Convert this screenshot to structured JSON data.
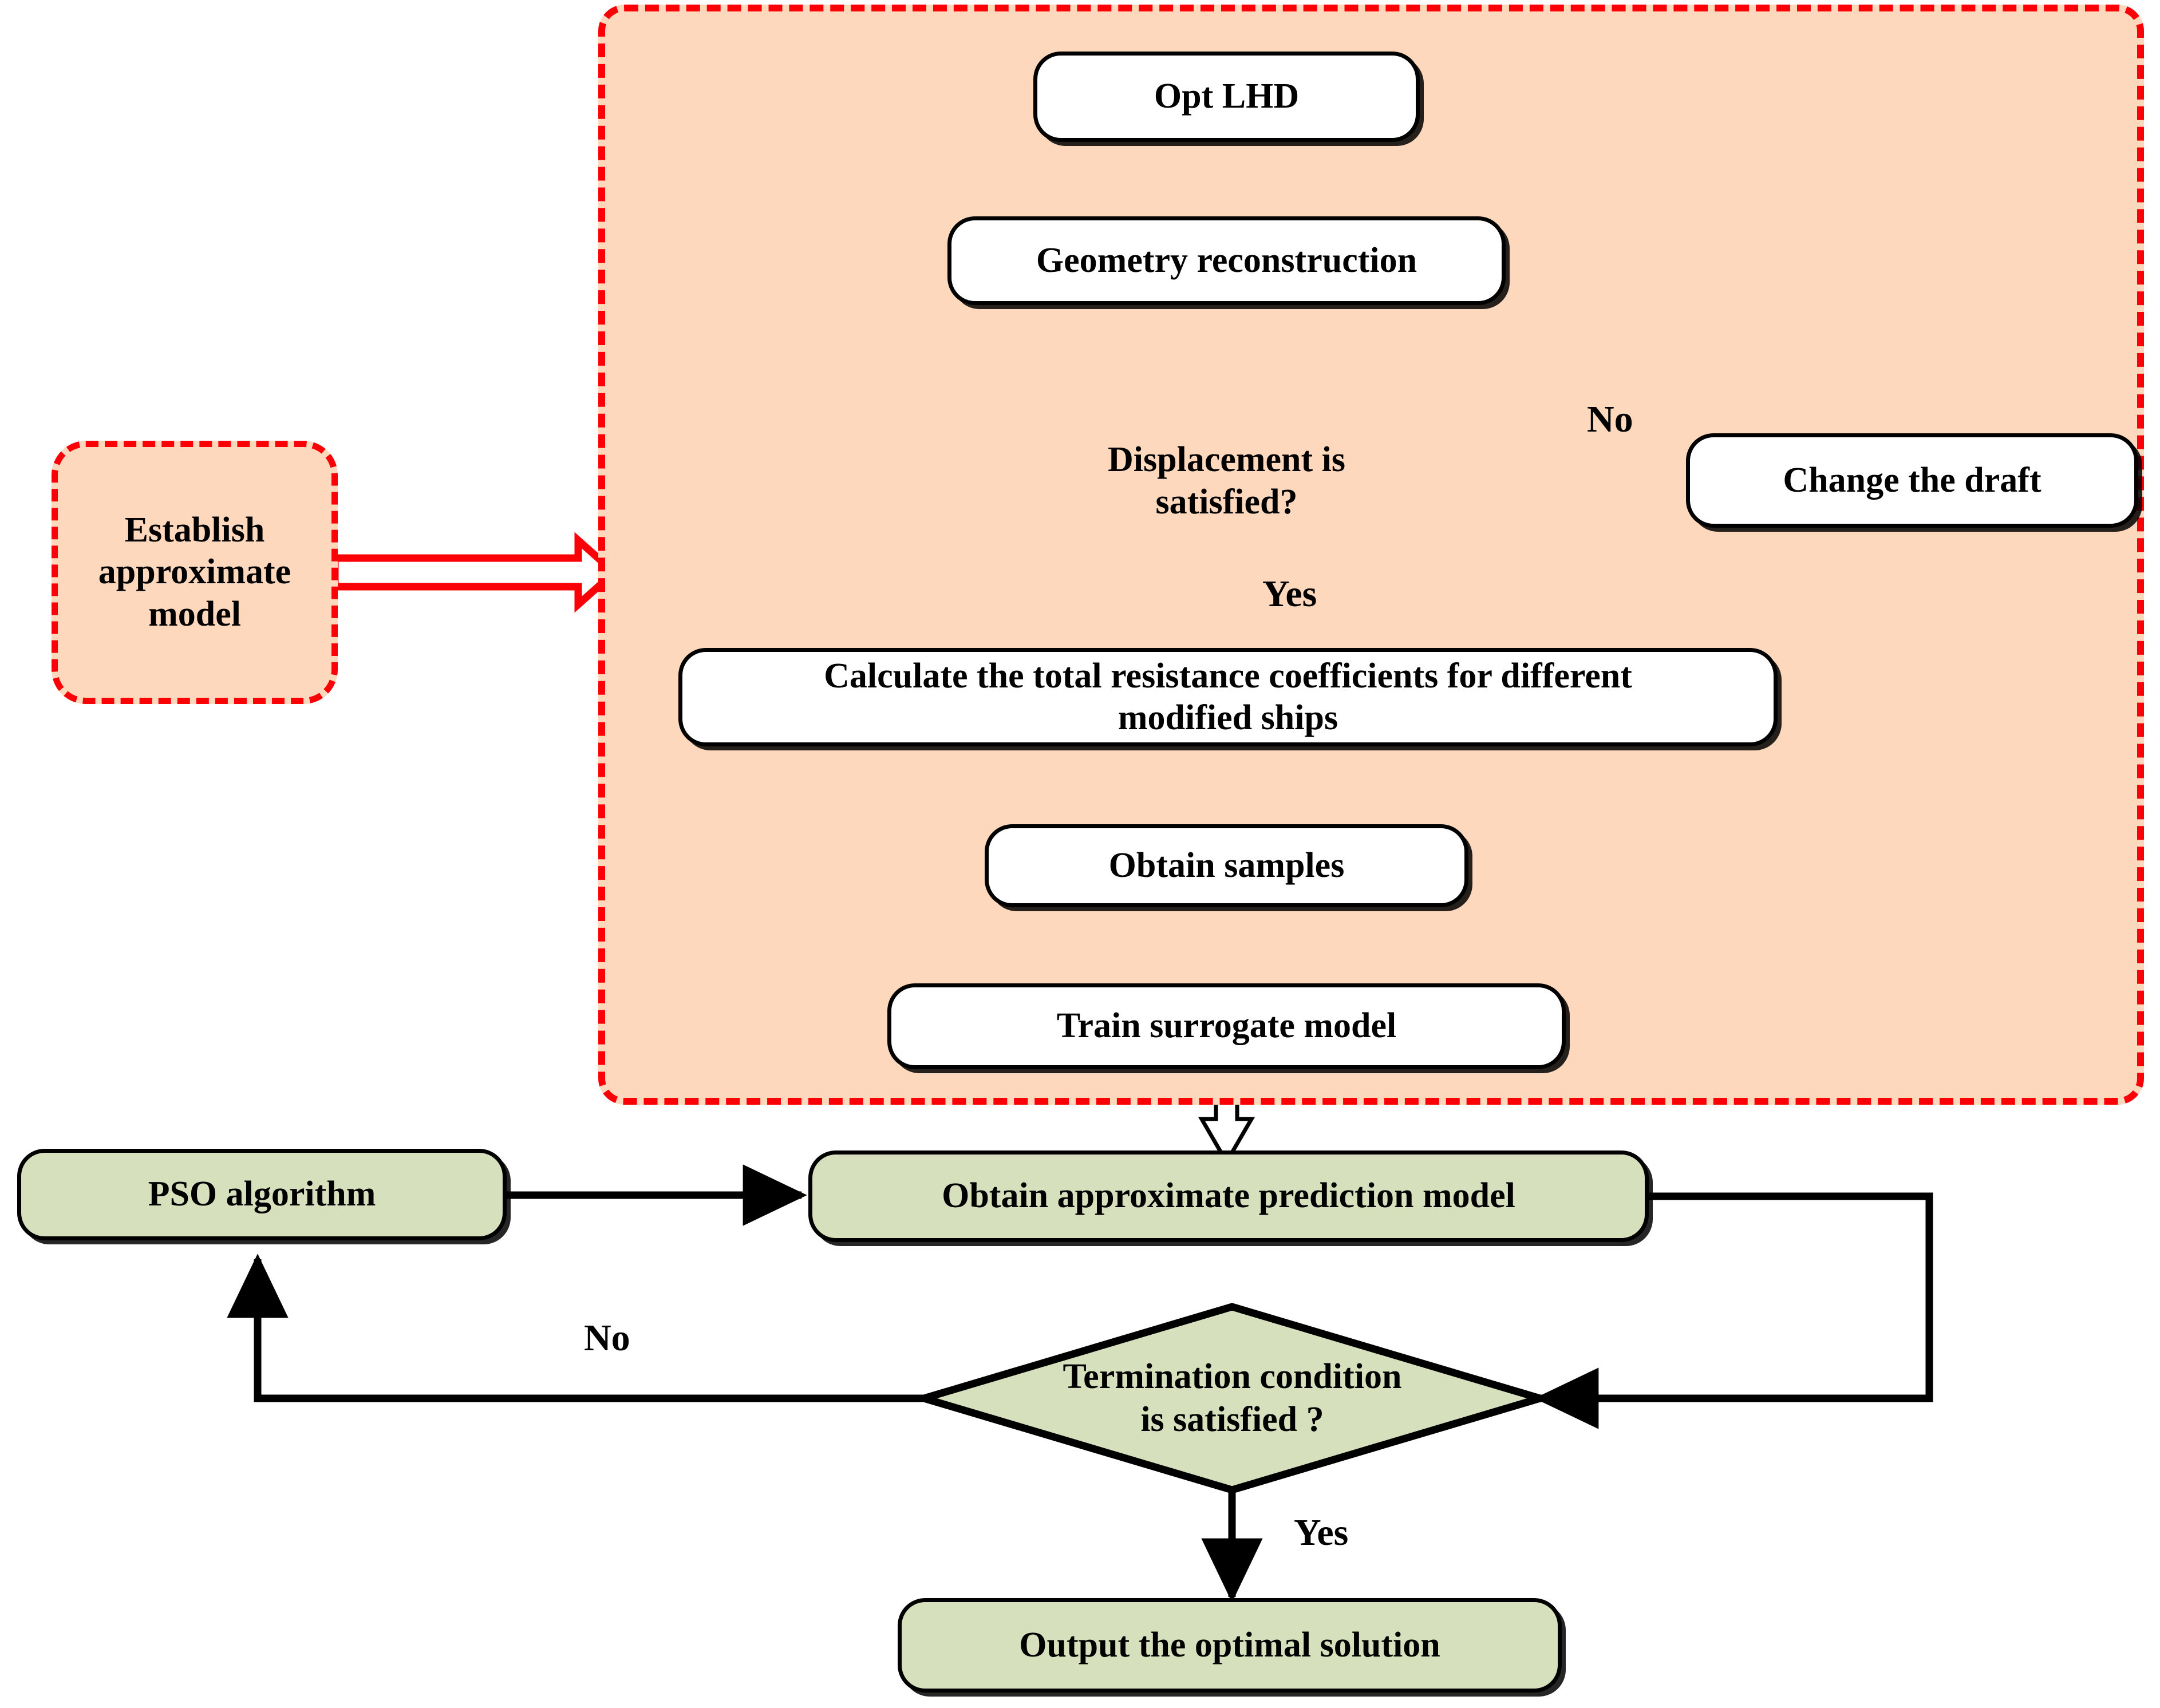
{
  "diagram": {
    "title": "Surrogate-model-based ship hull optimization flowchart",
    "colors": {
      "panel_fill": "#fdd8bc",
      "panel_border": "#fb0007",
      "green_fill": "#d7e0bd",
      "white_fill": "#ffffff",
      "stroke": "#000000",
      "red_arrow": "#fb0007"
    }
  },
  "group_panel": {
    "name": "approximate-model-group",
    "fill": "#fdd8bc",
    "border_style": "dashed",
    "border_color": "#fb0007"
  },
  "nodes": {
    "establish_model": {
      "label": "Establish\napproximate\nmodel",
      "shape": "rounded-rect",
      "fill": "#fdd8bc",
      "border": "dashed-red"
    },
    "opt_lhd": {
      "label": "Opt LHD",
      "shape": "rounded-rect",
      "fill": "#ffffff"
    },
    "geometry_reconstruction": {
      "label": "Geometry reconstruction",
      "shape": "rounded-rect",
      "fill": "#ffffff"
    },
    "displacement_decision": {
      "label": "Displacement is\nsatisfied?",
      "shape": "diamond",
      "fill": "#ffffff"
    },
    "change_draft": {
      "label": "Change the draft",
      "shape": "rounded-rect",
      "fill": "#ffffff"
    },
    "calculate_resistance": {
      "label": "Calculate the total resistance coefficients for different\nmodified ships",
      "shape": "rounded-rect",
      "fill": "#ffffff"
    },
    "obtain_samples": {
      "label": "Obtain samples",
      "shape": "rounded-rect",
      "fill": "#ffffff"
    },
    "train_surrogate": {
      "label": "Train surrogate model",
      "shape": "rounded-rect",
      "fill": "#ffffff"
    },
    "pso_algorithm": {
      "label": "PSO algorithm",
      "shape": "rounded-rect",
      "fill": "#d7e0bd"
    },
    "prediction_model": {
      "label": "Obtain approximate prediction model",
      "shape": "rounded-rect",
      "fill": "#d7e0bd"
    },
    "termination_decision": {
      "label": "Termination condition\nis satisfied ?",
      "shape": "diamond",
      "fill": "#d7e0bd"
    },
    "output_solution": {
      "label": "Output the optimal solution",
      "shape": "rounded-rect",
      "fill": "#d7e0bd"
    }
  },
  "edge_labels": {
    "displacement_no": "No",
    "displacement_yes": "Yes",
    "termination_no": "No",
    "termination_yes": "Yes"
  }
}
